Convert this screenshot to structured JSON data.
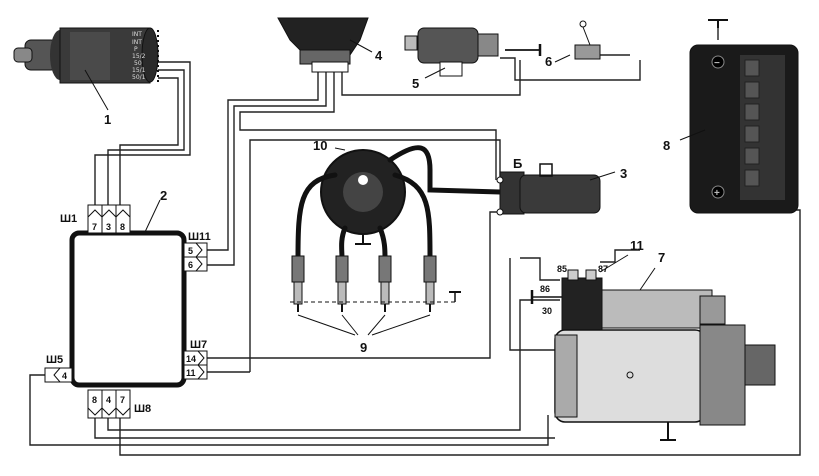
{
  "components": {
    "ignition_switch": {
      "number": "1",
      "terminals": [
        "INT",
        "INT",
        "P",
        "15/2",
        "50",
        "15/1",
        "50/1"
      ]
    },
    "control_unit": {
      "number": "2"
    },
    "ignition_coil": {
      "number": "3",
      "terminal": "Б"
    },
    "hall_sensor": {
      "number": "4"
    },
    "tach_relay": {
      "number": "5"
    },
    "econ_switch": {
      "number": "6"
    },
    "starter": {
      "number": "7"
    },
    "battery": {
      "number": "8",
      "plus": "+",
      "minus": "−"
    },
    "spark_plugs": {
      "number": "9"
    },
    "distributor": {
      "number": "10"
    },
    "traction_relay": {
      "number": "11",
      "terminals": [
        "85",
        "87",
        "86",
        "30"
      ]
    }
  },
  "connectors": {
    "sh1": {
      "name": "Ш1",
      "pins": [
        "7",
        "3",
        "8"
      ]
    },
    "sh11": {
      "name": "Ш11",
      "pins": [
        "5",
        "6"
      ]
    },
    "sh7": {
      "name": "Ш7",
      "pins": [
        "14",
        "11"
      ]
    },
    "sh5": {
      "name": "Ш5",
      "pins": [
        "4"
      ]
    },
    "sh8": {
      "name": "Ш8",
      "pins": [
        "8",
        "4",
        "7"
      ]
    }
  }
}
